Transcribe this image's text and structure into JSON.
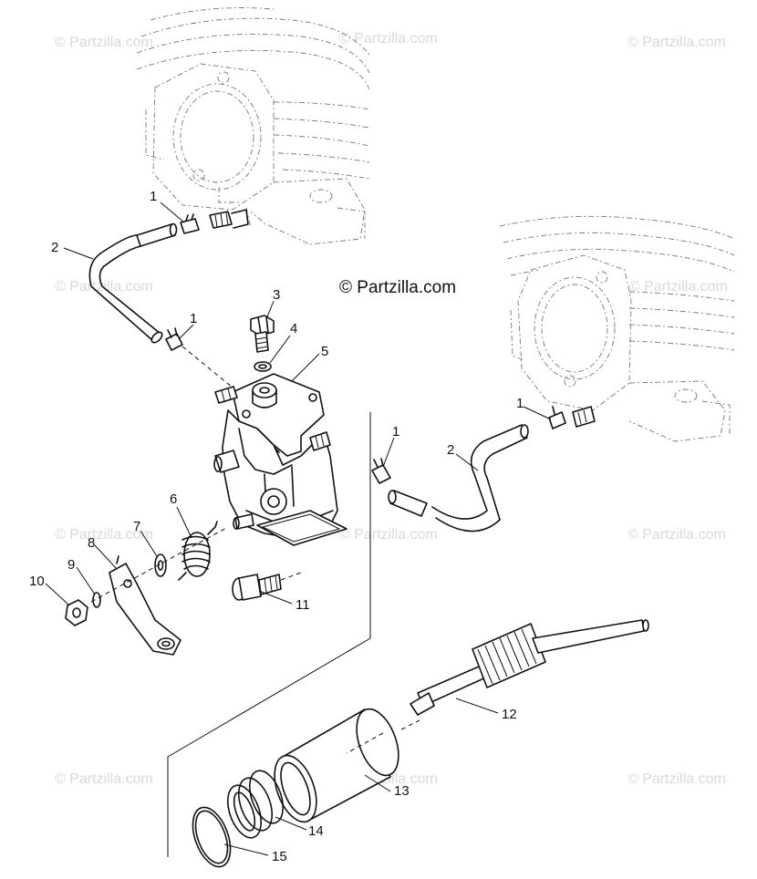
{
  "watermarks": {
    "main": "© Partzilla.com",
    "faint": "© Partzilla.com"
  },
  "callouts": [
    {
      "id": "c1a",
      "text": "1"
    },
    {
      "id": "c2a",
      "text": "2"
    },
    {
      "id": "c1b",
      "text": "1"
    },
    {
      "id": "c3",
      "text": "3"
    },
    {
      "id": "c4",
      "text": "4"
    },
    {
      "id": "c5",
      "text": "5"
    },
    {
      "id": "c1c",
      "text": "1"
    },
    {
      "id": "c1d",
      "text": "1"
    },
    {
      "id": "c2b",
      "text": "2"
    },
    {
      "id": "c6",
      "text": "6"
    },
    {
      "id": "c7",
      "text": "7"
    },
    {
      "id": "c8",
      "text": "8"
    },
    {
      "id": "c9",
      "text": "9"
    },
    {
      "id": "c10",
      "text": "10"
    },
    {
      "id": "c11",
      "text": "11"
    },
    {
      "id": "c12",
      "text": "12"
    },
    {
      "id": "c13",
      "text": "13"
    },
    {
      "id": "c14",
      "text": "14"
    },
    {
      "id": "c15",
      "text": "15"
    }
  ],
  "colors": {
    "ink": "#111111",
    "watermark": "#d9d9d9",
    "background": "#ffffff"
  }
}
